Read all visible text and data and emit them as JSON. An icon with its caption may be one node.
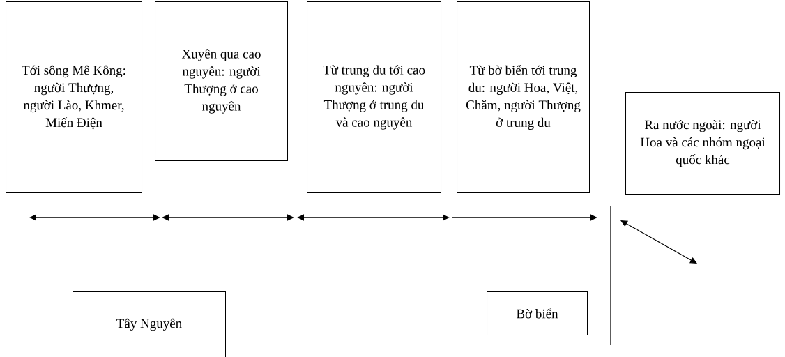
{
  "diagram": {
    "nodes": [
      {
        "text": [
          "Tới sông Mê Kông: người Thượng, người Lào, Khmer, Miến Điện"
        ]
      },
      {
        "text": [
          "Xuyên qua cao nguyên: người Thượng ở cao nguyên"
        ]
      },
      {
        "text": [
          "Từ trung du tới cao nguyên: người Thượng ở trung du và cao nguyên"
        ]
      },
      {
        "text": [
          "Từ bờ biển tới trung du: người Hoa, Việt, Chăm, người Thượng ở trung du"
        ]
      },
      {
        "text": [
          "Ra nước ngoài: người Hoa và các nhóm ngoại quốc khác"
        ]
      },
      {
        "text": [
          "Tây Nguyên"
        ]
      },
      {
        "text": [
          "Bờ biển"
        ]
      }
    ]
  }
}
